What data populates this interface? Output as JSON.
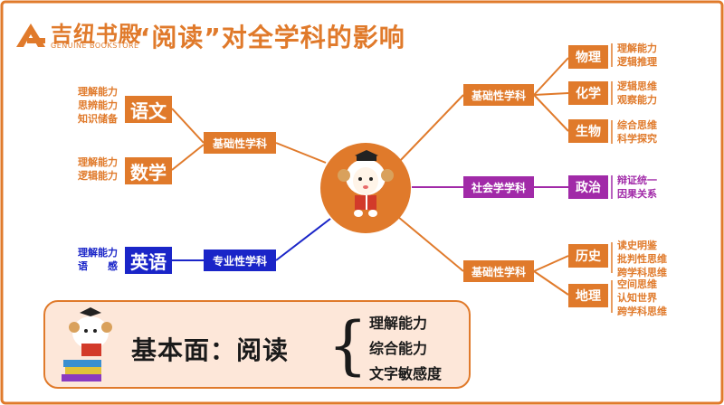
{
  "logo": {
    "name": "吉纽书殿",
    "sub": "GENUINE BOOKSTORE"
  },
  "title": "“阅读”对全学科的影响",
  "left": {
    "category_basic": "基础性学科",
    "category_pro": "专业性学科",
    "yuwen": {
      "name": "语文",
      "skills": [
        "理解能力",
        "思辨能力",
        "知识储备"
      ]
    },
    "shuxue": {
      "name": "数学",
      "skills": [
        "理解能力",
        "逻辑能力"
      ]
    },
    "yingyu": {
      "name": "英语",
      "skills": [
        "理解能力",
        "语　　感"
      ]
    }
  },
  "right": {
    "category_basic_top": "基础性学科",
    "category_social": "社会学学科",
    "category_basic_bottom": "基础性学科",
    "wuli": {
      "name": "物理",
      "skills": [
        "理解能力",
        "逻辑推理"
      ]
    },
    "huaxue": {
      "name": "化学",
      "skills": [
        "逻辑思维",
        "观察能力"
      ]
    },
    "shengwu": {
      "name": "生物",
      "skills": [
        "综合思维",
        "科学探究"
      ]
    },
    "zhengzhi": {
      "name": "政治",
      "skills": [
        "辩证统一",
        "因果关系"
      ]
    },
    "lishi": {
      "name": "历史",
      "skills": [
        "读史明鉴",
        "批判性思维",
        "跨学科思维"
      ]
    },
    "dili": {
      "name": "地理",
      "skills": [
        "空间思维",
        "认知世界",
        "跨学科思维"
      ]
    }
  },
  "bottom": {
    "main": "基本面：阅读",
    "items": [
      "理解能力",
      "综合能力",
      "文字敏感度"
    ]
  },
  "colors": {
    "orange": "#e07a2b",
    "purple": "#a12aa8",
    "blue": "#1a25c8",
    "frame": "#e07a2b"
  }
}
